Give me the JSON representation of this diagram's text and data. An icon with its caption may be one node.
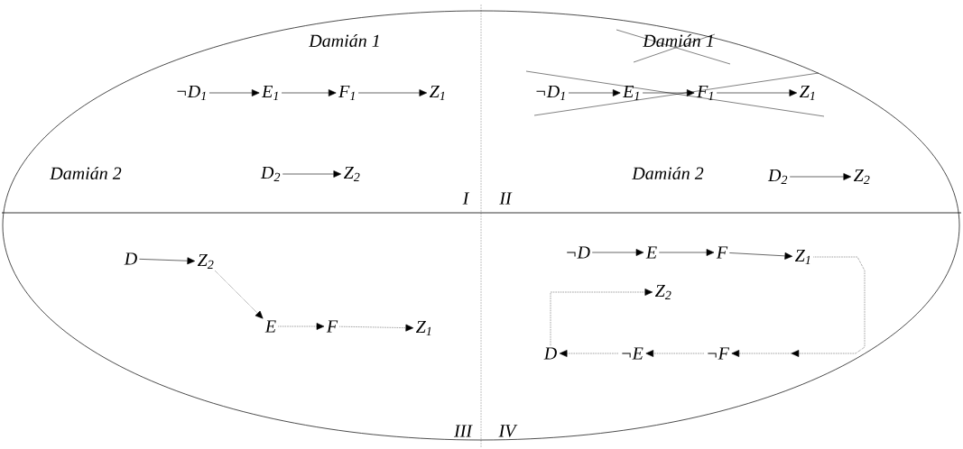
{
  "diagram": {
    "nodes": [
      {
        "text": [
          "¬D$_{1}$"
        ]
      },
      {
        "text": [
          "E$_{1}$"
        ]
      },
      {
        "text": [
          "F$_{1}$"
        ]
      },
      {
        "text": [
          "Z$_{1}$"
        ]
      },
      {
        "text": [
          "D$_{2}$"
        ]
      },
      {
        "text": [
          "Z$_{2}$"
        ]
      },
      {
        "text": [
          "¬D$_{1}$"
        ]
      },
      {
        "text": [
          "E$_{1}$"
        ]
      },
      {
        "text": [
          "F$_{1}$"
        ]
      },
      {
        "text": [
          "Z$_{1}$"
        ]
      },
      {
        "text": [
          "D$_{2}$"
        ]
      },
      {
        "text": [
          "Z$_{2}$"
        ]
      },
      {
        "text": [
          "D"
        ]
      },
      {
        "text": [
          "Z$_{2}$"
        ]
      },
      {
        "text": [
          "E"
        ]
      },
      {
        "text": [
          "F"
        ]
      },
      {
        "text": [
          "Z$_{1}$"
        ]
      },
      {
        "text": [
          "¬D"
        ]
      },
      {
        "text": [
          "E"
        ]
      },
      {
        "text": [
          "F"
        ]
      },
      {
        "text": [
          "Z$_{1}$"
        ]
      },
      {
        "text": [
          "Z$_{2}$"
        ]
      },
      {
        "text": [
          "D"
        ]
      },
      {
        "text": [
          "¬E"
        ]
      },
      {
        "text": [
          "¬F"
        ]
      }
    ],
    "edges": [
      {
        "from": 0,
        "to": 1,
        "arrow": "to"
      },
      {
        "from": 1,
        "to": 2,
        "arrow": "to"
      },
      {
        "from": 2,
        "to": 3,
        "arrow": "to"
      },
      {
        "from": 4,
        "to": 5,
        "arrow": "to"
      },
      {
        "from": 6,
        "to": 7,
        "arrow": "to"
      },
      {
        "from": 7,
        "to": 8,
        "arrow": "to"
      },
      {
        "from": 8,
        "to": 9,
        "arrow": "to"
      },
      {
        "from": 10,
        "to": 11,
        "arrow": "to"
      },
      {
        "from": 12,
        "to": 13,
        "arrow": "to"
      },
      {
        "from": 13,
        "to": 14,
        "arrow": "to",
        "style": "dashed"
      },
      {
        "from": 14,
        "to": 15,
        "arrow": "to",
        "style": "dashed"
      },
      {
        "from": 15,
        "to": 16,
        "arrow": "to",
        "style": "dashed"
      },
      {
        "from": 17,
        "to": 18,
        "arrow": "to"
      },
      {
        "from": 18,
        "to": 19,
        "arrow": "to"
      },
      {
        "from": 19,
        "to": 20,
        "arrow": "to"
      },
      {
        "from": 20,
        "to": 24,
        "arrow": "to",
        "style": "dashed"
      },
      {
        "from": 24,
        "to": 23,
        "arrow": "to",
        "style": "dashed"
      },
      {
        "from": 23,
        "to": 22,
        "arrow": "to",
        "style": "dashed"
      },
      {
        "from": 22,
        "to": 21,
        "arrow": "to",
        "style": "dashed"
      }
    ],
    "labels": [
      "Damián 1",
      "Damián 1",
      "Damián 2",
      "Damián 2",
      "I",
      "II",
      "III",
      "IV"
    ]
  }
}
